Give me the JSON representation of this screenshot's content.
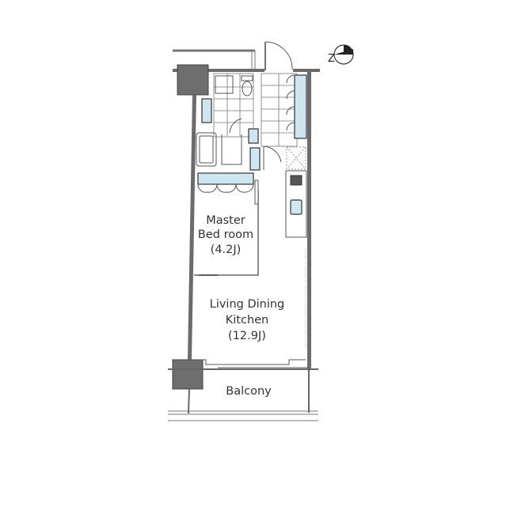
{
  "plan": {
    "compass_letter": "Z",
    "rooms": {
      "bedroom": {
        "line1": "Master",
        "line2": "Bed room",
        "size": "(4.2J)"
      },
      "ldk": {
        "line1": "Living Dining",
        "line2": "Kitchen",
        "size": "(12.9J)"
      },
      "balcony": {
        "label": "Balcony"
      }
    }
  },
  "colors": {
    "wall": "#6b6b6b",
    "column": "#6e6e6e",
    "fixture": "#cde6f0"
  }
}
